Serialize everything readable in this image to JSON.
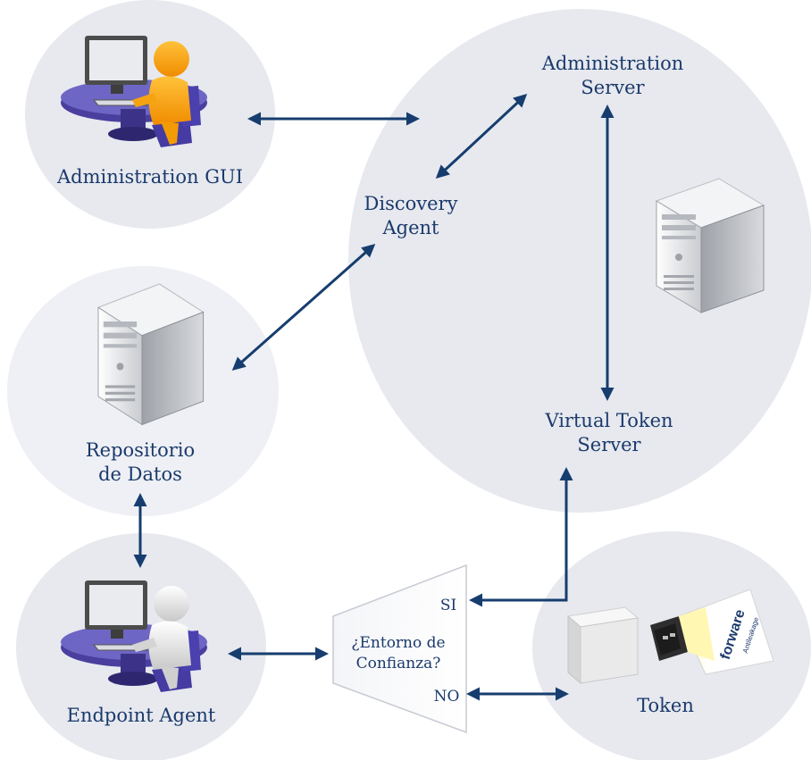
{
  "colors": {
    "circle_fill": "#e7e9ef",
    "circle_light": "#eef0f5",
    "label": "#1b3a6b",
    "arrow": "#163d6e"
  },
  "nodes": {
    "administration_gui": "Administration GUI",
    "administration_server": [
      "Administration",
      "Server"
    ],
    "discovery_agent": [
      "Discovery",
      "Agent"
    ],
    "virtual_token_server": [
      "Virtual Token",
      "Server"
    ],
    "repositorio": [
      "Repositorio",
      "de Datos"
    ],
    "endpoint_agent": "Endpoint Agent",
    "token": "Token"
  },
  "decision": {
    "question": [
      "¿Entorno de",
      "Confianza?"
    ],
    "yes": "SI",
    "no": "NO"
  },
  "usb_brand": "forware",
  "usb_sub": "Antileakage",
  "icons": {
    "admin_workstation": "user-at-computer-icon",
    "endpoint_workstation": "user-at-computer-icon",
    "server": "server-tower-icon",
    "token": "usb-token-icon"
  }
}
